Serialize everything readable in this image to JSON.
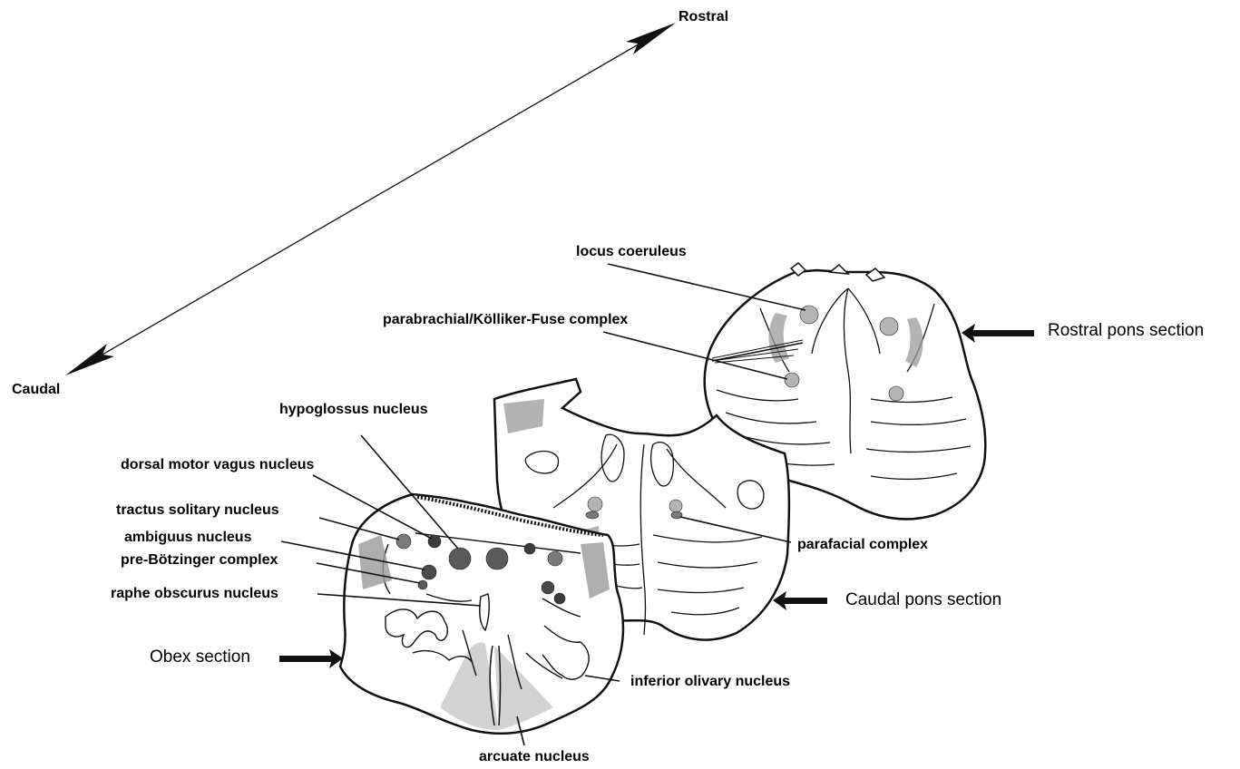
{
  "axis": {
    "rostral": "Rostral",
    "caudal": "Caudal"
  },
  "sections": {
    "rostral_pons": "Rostral pons section",
    "caudal_pons": "Caudal pons section",
    "obex": "Obex section"
  },
  "labels": {
    "locus_coeruleus": "locus coeruleus",
    "parabrachial": "parabrachial/Kölliker-Fuse complex",
    "hypoglossus": "hypoglossus nucleus",
    "dorsal_motor_vagus": "dorsal motor vagus nucleus",
    "tractus_solitary": "tractus solitary nucleus",
    "ambiguus": "ambiguus nucleus",
    "pre_botzinger": "pre-Bötzinger complex",
    "raphe_obscurus": "raphe obscurus nucleus",
    "parafacial": "parafacial complex",
    "inferior_olivary": "inferior olivary nucleus",
    "arcuate": "arcuate nucleus"
  },
  "colors": {
    "light_nucleus": "#b4b4b4",
    "mid_nucleus": "#7a7a7a",
    "dark_nucleus": "#3c3c3c",
    "arcuate_fill": "#d2d2d2",
    "ink": "#111111"
  }
}
